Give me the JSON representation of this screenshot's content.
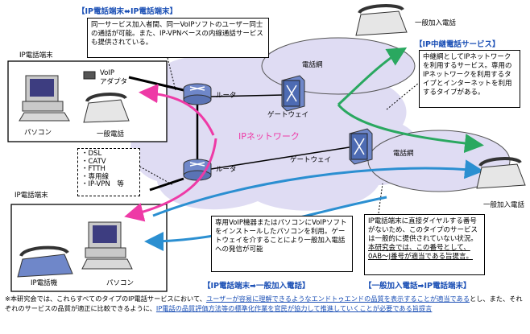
{
  "headers": {
    "ip_ip": {
      "left": "IP電話端末",
      "right": "IP電話端末"
    },
    "relay": "IP中継電話サービス",
    "ip_to_general": {
      "left": "IP電話端末",
      "right": "一般加入電話"
    },
    "general_to_ip": {
      "left": "一般加入電話",
      "right": "IP電話端末"
    }
  },
  "labels": {
    "ip_network": "IPネットワーク",
    "phone_net_top": "電話網",
    "phone_net_right": "電話網",
    "gateway_top": "ゲートウェイ",
    "gateway_mid": "ゲートウェイ",
    "router_top": "ルータ",
    "router_mid": "ルータ",
    "terminal_top_title": "IP電話端末",
    "terminal_bottom_title": "IP電話端末",
    "pc_top": "パソコン",
    "phone_top": "一般電話",
    "voip_adapter": "VoIP\nアダプタ",
    "ip_phone": "IP電話機",
    "pc_bottom": "パソコン",
    "general_phone_top": "一般加入電話",
    "general_phone_right": "一般加入電話"
  },
  "access_lines": [
    "・DSL",
    "・CATV",
    "・FTTH",
    "・専用線",
    "・IP-VPN　等"
  ],
  "notes": {
    "ip_ip": "同一サービス加入者間、同一VoIPソフトのユーザー同士の通話が可能。また、IP-VPNベースの内線通話サービスも提供されている。",
    "relay": "中継網としてIPネットワークを利用するサービス。専用のIPネットワークを利用するタイプとインターネットを利用するタイプがある。",
    "ip_general": "専用VoIP機器またはパソコンにVoIPソフトをインストールしたパソコンを利用。ゲートウェイを介することにより一般加入電話への発信が可能",
    "general_ip_main": "IP電話端末に直接ダイヤルする番号がないため、このタイプのサービスは一般的に提供されていない状況。",
    "general_ip_under": "本研究会では、この番号として、0AB〜J番号が適当である旨提言。"
  },
  "footnote": {
    "p1": "※本研究会では、これらすべてのタイプのIP電話サービスにおいて、",
    "u1": "ユーザーが容易に理解できるようなエンドトゥエンドの品質を表示することが適当である",
    "p2": "とし、また、それぞれのサービスの品質が適正に比較できるように、",
    "u2": "IP電話の品質評価方法等の標準化作業を官民が協力して推進していくことが必要である旨提言"
  },
  "colors": {
    "pink": "#ee3aa6",
    "green": "#2aa860",
    "blue": "#2b8fd1",
    "cloud": "#dfdcf3",
    "header": "#1a4fb5"
  }
}
